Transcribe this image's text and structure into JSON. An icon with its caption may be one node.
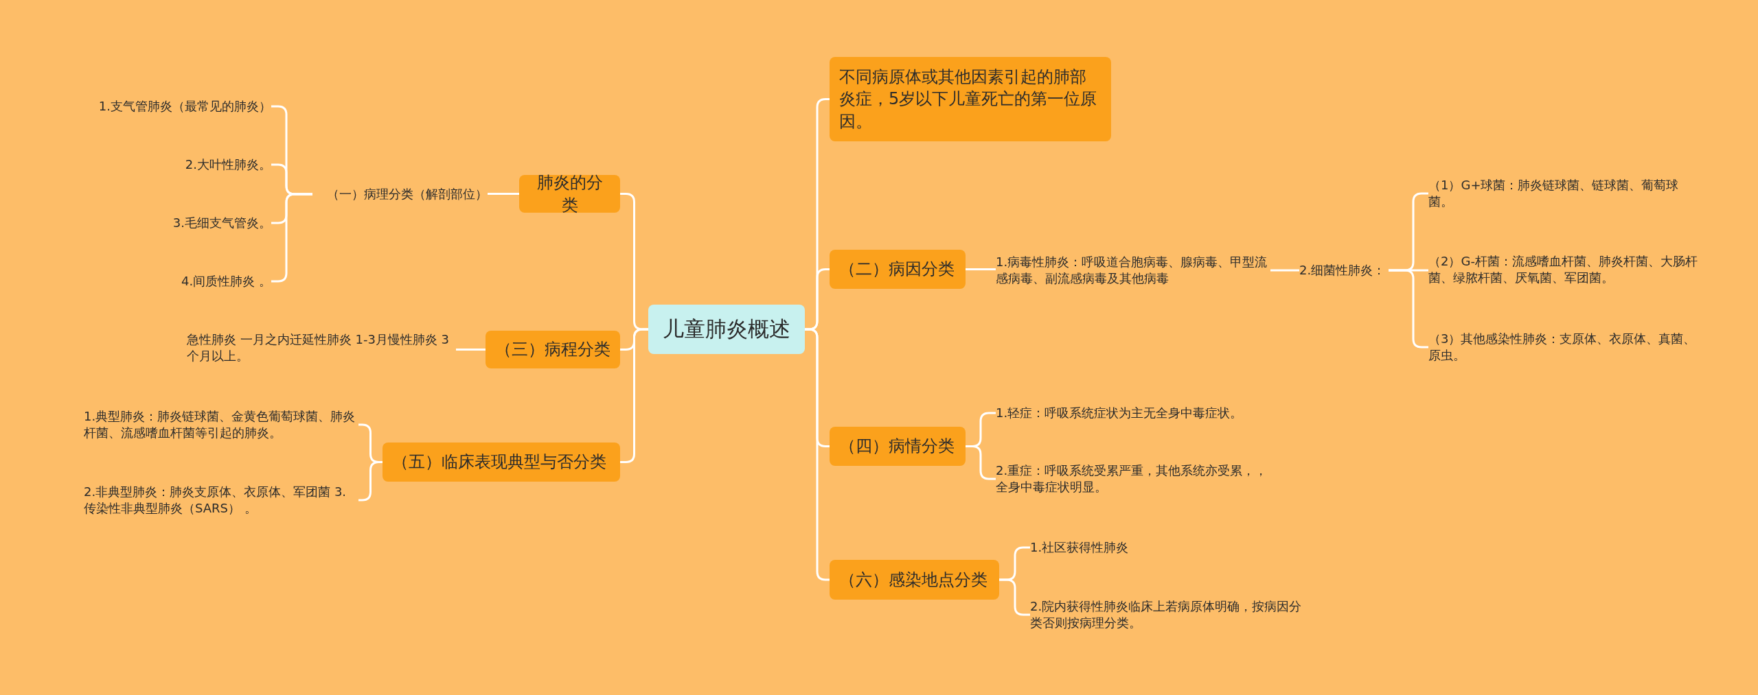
{
  "diagram": {
    "nodes": [
      {
        "text": [
          "儿童肺炎概述"
        ]
      },
      {
        "text": [
          "肺炎的分类"
        ]
      },
      {
        "text": [
          "（一）病理分类（解剖部位）"
        ]
      },
      {
        "text": [
          "1.支气管肺炎（最常见的肺炎）"
        ]
      },
      {
        "text": [
          "2.大叶性肺炎。"
        ]
      },
      {
        "text": [
          "3.毛细支气管炎。"
        ]
      },
      {
        "text": [
          "4.间质性肺炎 。"
        ]
      },
      {
        "text": [
          "（三）病程分类"
        ]
      },
      {
        "text": [
          "急性肺炎 一月之内迁延性肺炎 1-3月慢性肺炎 3个月以上。"
        ]
      },
      {
        "text": [
          "（五）临床表现典型与否分类"
        ]
      },
      {
        "text": [
          "1.典型肺炎：肺炎链球菌、金黄色葡萄球菌、肺炎杆菌、流感嗜血杆菌等引起的肺炎。"
        ]
      },
      {
        "text": [
          "2.非典型肺炎：肺炎支原体、衣原体、军团菌 3.传染性非典型肺炎（SARS） 。"
        ]
      },
      {
        "text": [
          "不同病原体或其他因素引起的肺部炎症，5岁以下儿童死亡的第一位原因。"
        ]
      },
      {
        "text": [
          "（二）病因分类"
        ]
      },
      {
        "text": [
          "1.病毒性肺炎：呼吸道合胞病毒、腺病毒、甲型流感病毒、副流感病毒及其他病毒"
        ]
      },
      {
        "text": [
          "2.细菌性肺炎："
        ]
      },
      {
        "text": [
          "（1）G+球菌：肺炎链球菌、链球菌、葡萄球菌。"
        ]
      },
      {
        "text": [
          "（2）G-杆菌：流感嗜血杆菌、肺炎杆菌、大肠杆菌、绿脓杆菌、厌氧菌、军团菌。"
        ]
      },
      {
        "text": [
          "（3）其他感染性肺炎：支原体、衣原体、真菌、原虫。"
        ]
      },
      {
        "text": [
          "（四）病情分类"
        ]
      },
      {
        "text": [
          "1.轻症：呼吸系统症状为主无全身中毒症状。"
        ]
      },
      {
        "text": [
          "2.重症：呼吸系统受累严重，其他系统亦受累，，全身中毒症状明显。"
        ]
      },
      {
        "text": [
          "（六）感染地点分类"
        ]
      },
      {
        "text": [
          "1.社区获得性肺炎"
        ]
      },
      {
        "text": [
          "2.院内获得性肺炎临床上若病原体明确，按病因分类否则按病理分类。"
        ]
      }
    ],
    "edges": [
      {
        "from": 0,
        "to": 1,
        "arrow": "none"
      },
      {
        "from": 0,
        "to": 7,
        "arrow": "none"
      },
      {
        "from": 0,
        "to": 9,
        "arrow": "none"
      },
      {
        "from": 1,
        "to": 2,
        "arrow": "none"
      },
      {
        "from": 2,
        "to": 3,
        "arrow": "none"
      },
      {
        "from": 2,
        "to": 4,
        "arrow": "none"
      },
      {
        "from": 2,
        "to": 5,
        "arrow": "none"
      },
      {
        "from": 2,
        "to": 6,
        "arrow": "none"
      },
      {
        "from": 7,
        "to": 8,
        "arrow": "none"
      },
      {
        "from": 9,
        "to": 10,
        "arrow": "none"
      },
      {
        "from": 9,
        "to": 11,
        "arrow": "none"
      },
      {
        "from": 0,
        "to": 12,
        "arrow": "none"
      },
      {
        "from": 0,
        "to": 13,
        "arrow": "none"
      },
      {
        "from": 0,
        "to": 19,
        "arrow": "none"
      },
      {
        "from": 0,
        "to": 22,
        "arrow": "none"
      },
      {
        "from": 13,
        "to": 14,
        "arrow": "none"
      },
      {
        "from": 14,
        "to": 15,
        "arrow": "none"
      },
      {
        "from": 15,
        "to": 16,
        "arrow": "none"
      },
      {
        "from": 15,
        "to": 17,
        "arrow": "none"
      },
      {
        "from": 15,
        "to": 18,
        "arrow": "none"
      },
      {
        "from": 19,
        "to": 20,
        "arrow": "none"
      },
      {
        "from": 19,
        "to": 21,
        "arrow": "none"
      },
      {
        "from": 22,
        "to": 23,
        "arrow": "none"
      },
      {
        "from": 22,
        "to": 24,
        "arrow": "none"
      }
    ]
  }
}
